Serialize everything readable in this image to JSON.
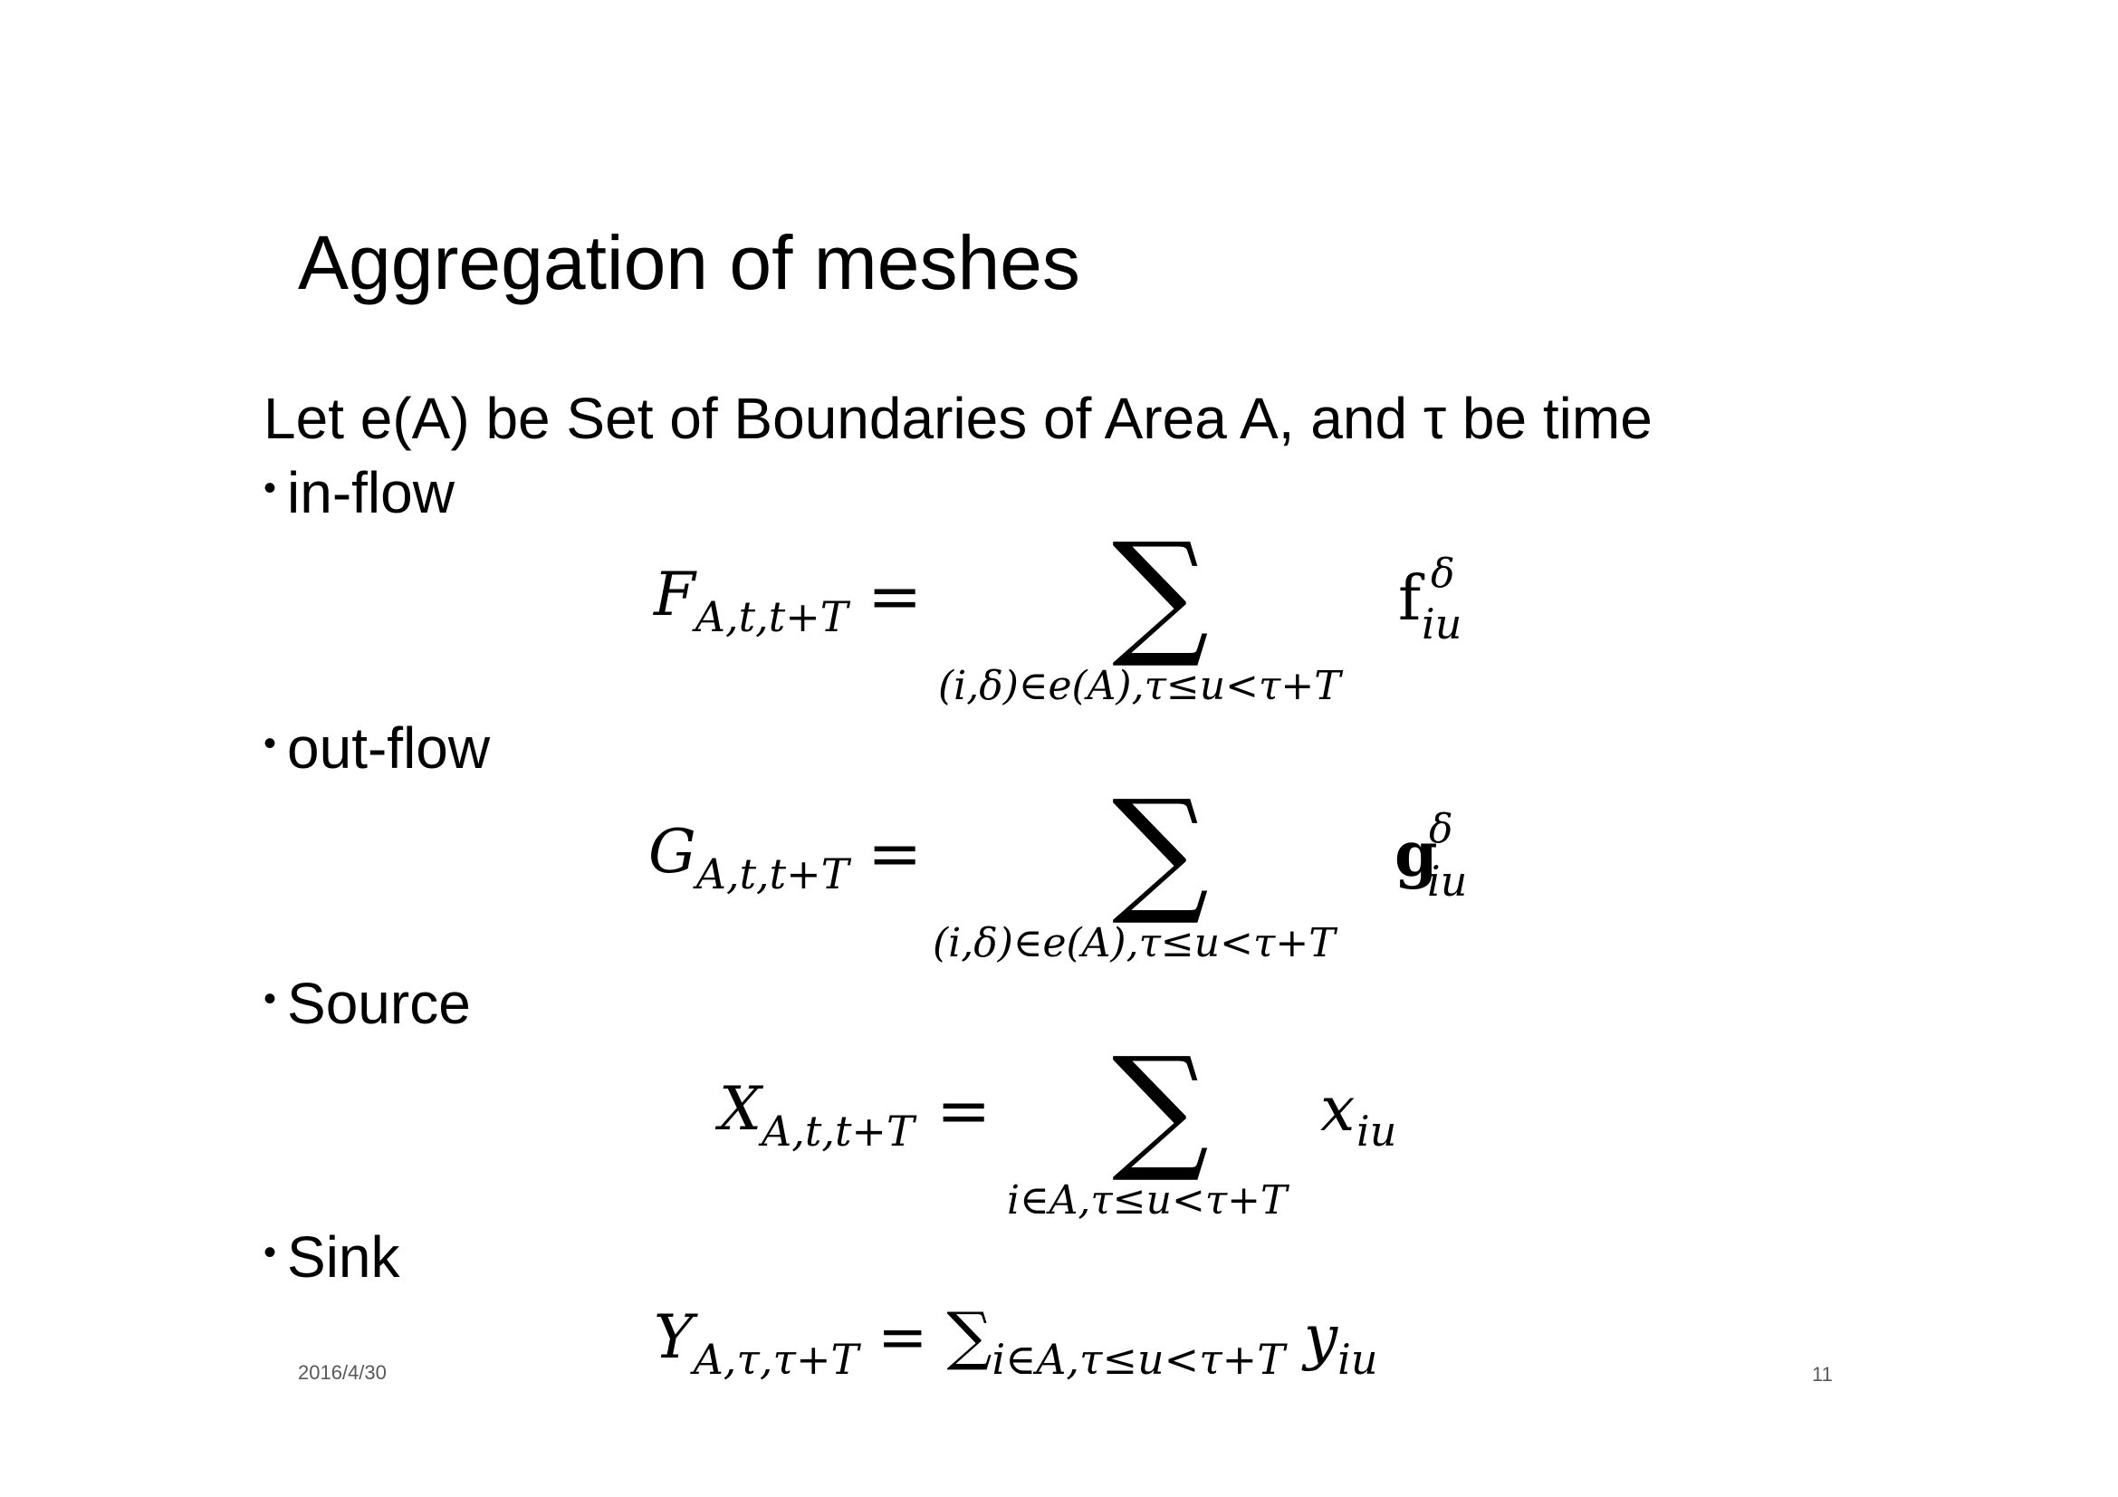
{
  "slide": {
    "title": "Aggregation of meshes",
    "intro": "Let e(A)  be Set of Boundaries of Area A, and τ be time",
    "bullets": [
      {
        "label": "in-flow"
      },
      {
        "label": "out-flow"
      },
      {
        "label": "Source"
      },
      {
        "label": "Sink"
      }
    ],
    "bullet_char": "•",
    "equations": {
      "inflow": {
        "lhs_var": "F",
        "lhs_sub": "A,t,t+T",
        "equals": "=",
        "sigma": "∑",
        "limits": "(i,δ)∈e(A),τ≤u<τ+T",
        "term_base": "f",
        "term_sup": "δ",
        "term_sub": "iu"
      },
      "outflow": {
        "lhs_var": "G",
        "lhs_sub": "A,t,t+T",
        "equals": "=",
        "sigma": "∑",
        "limits": "(i,δ)∈e(A),τ≤u<τ+T",
        "term_base": "g",
        "term_sup": "δ",
        "term_sub": "iu"
      },
      "source": {
        "lhs_var": "X",
        "lhs_sub": "A,t,t+T",
        "equals": "=",
        "sigma": "∑",
        "limits": "i∈A,τ≤u<τ+T",
        "term_base": "x",
        "term_sub": "iu"
      },
      "sink": {
        "lhs_var": "Y",
        "lhs_sub": "A,τ,τ+T",
        "equals": "=",
        "sigma": "∑",
        "sigma_sub": "i∈A,τ≤u<τ+T",
        "term_base": "y",
        "term_sub": "iu"
      }
    },
    "footer": {
      "date": "2016/4/30",
      "page_number": "11"
    }
  }
}
